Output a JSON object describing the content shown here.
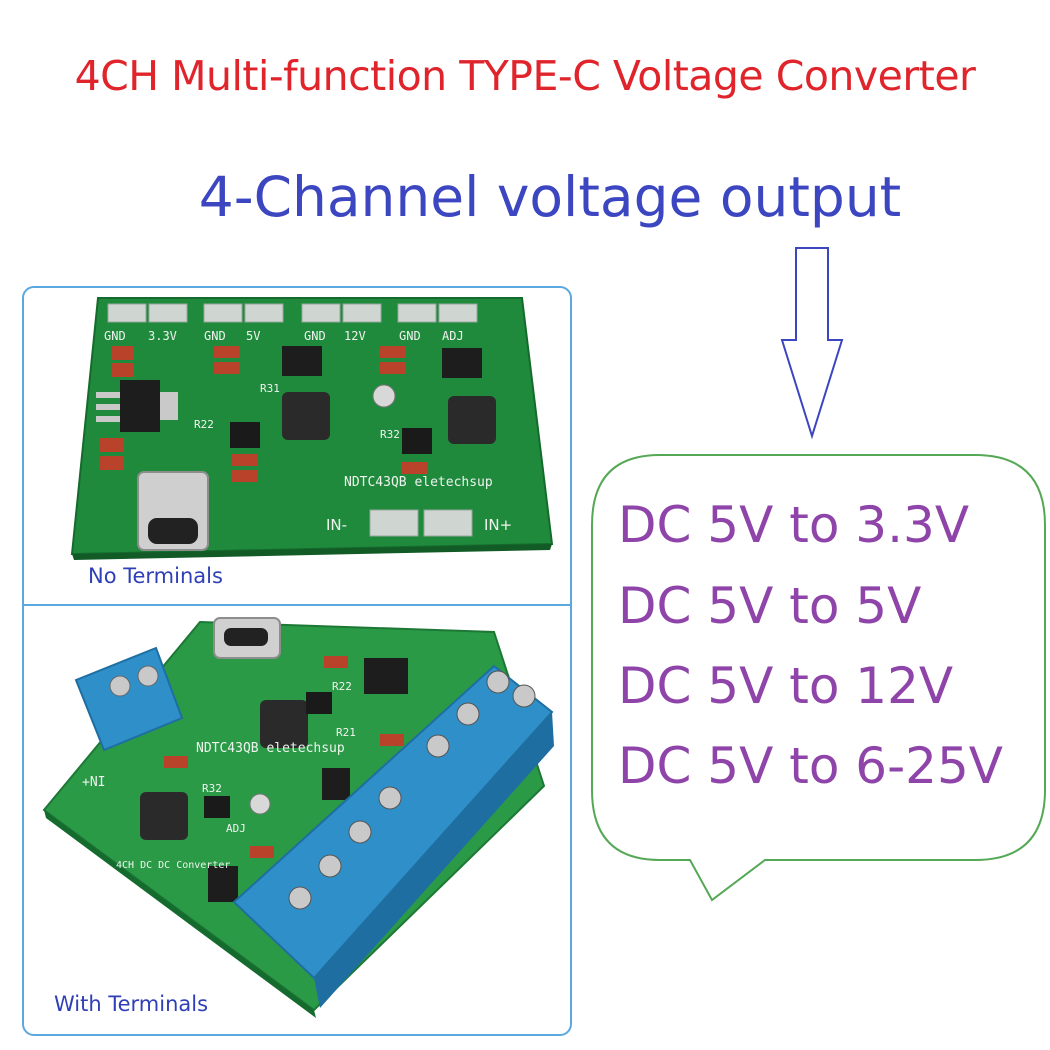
{
  "title": "4CH Multi-function TYPE-C Voltage Converter",
  "subtitle": "4-Channel voltage output",
  "photos": {
    "top": {
      "caption": "No Terminals",
      "labels": {
        "gnd1": "GND",
        "v33": "3.3V",
        "gnd2": "GND",
        "v5": "5V",
        "gnd3": "GND",
        "v12": "12V",
        "gnd4": "GND",
        "adj": "ADJ",
        "brand": "NDTC43QB eletechsup",
        "in_minus": "IN-",
        "in_plus": "IN+",
        "r22": "R22",
        "r31": "R31",
        "r32": "R32"
      }
    },
    "bottom": {
      "caption": "With Terminals",
      "labels": {
        "brand": "NDTC43QB eletechsup",
        "model": "4CH DC DC Converter",
        "in_plus": "+NI",
        "r22": "R22",
        "r21": "R21",
        "r32": "R32",
        "adj": "ADJ"
      }
    }
  },
  "specs": [
    "DC 5V to 3.3V",
    "DC 5V to 5V",
    "DC 5V to 12V",
    "DC 5V to 6-25V"
  ],
  "colors": {
    "title": "#e0242b",
    "subtitle": "#3c46c0",
    "specs": "#8e44a8",
    "bubble": "#55a855",
    "frame": "#5aa8df",
    "pcb": "#1f8a3c",
    "terminal": "#2f8fc8"
  }
}
